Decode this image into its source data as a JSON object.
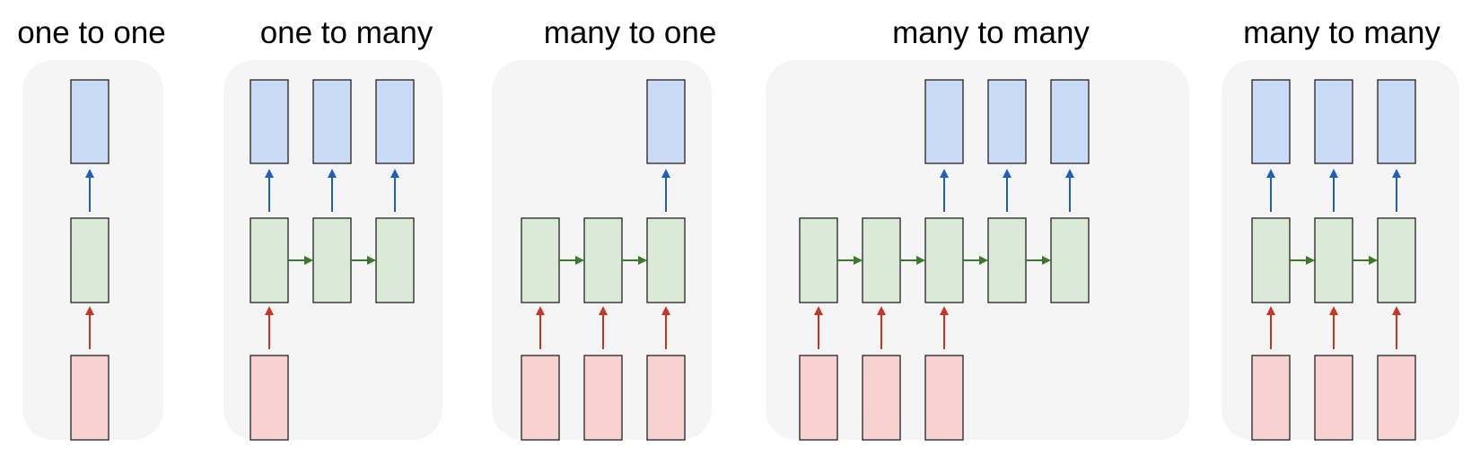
{
  "colors": {
    "panel": "#f5f5f5",
    "input_fill": "#f8d2d0",
    "hidden_fill": "#dbead6",
    "output_fill": "#c9dbf6",
    "box_stroke": "#222222",
    "input_arrow": "#cc3322",
    "hidden_arrow": "#3a7a2a",
    "output_arrow": "#1f5fbf"
  },
  "panels": [
    {
      "title": "one to one",
      "inputs": [
        1
      ],
      "hidden": [
        1
      ],
      "outputs": [
        1
      ]
    },
    {
      "title": "one to many",
      "inputs": [
        1,
        0,
        0
      ],
      "hidden": [
        1,
        1,
        1
      ],
      "outputs": [
        1,
        1,
        1
      ]
    },
    {
      "title": "many to one",
      "inputs": [
        1,
        1,
        1
      ],
      "hidden": [
        1,
        1,
        1
      ],
      "outputs": [
        0,
        0,
        1
      ]
    },
    {
      "title": "many to many",
      "inputs": [
        1,
        1,
        1,
        0,
        0
      ],
      "hidden": [
        1,
        1,
        1,
        1,
        1
      ],
      "outputs": [
        0,
        0,
        1,
        1,
        1
      ]
    },
    {
      "title": "many to many",
      "inputs": [
        1,
        1,
        1
      ],
      "hidden": [
        1,
        1,
        1
      ],
      "outputs": [
        1,
        1,
        1
      ]
    }
  ]
}
